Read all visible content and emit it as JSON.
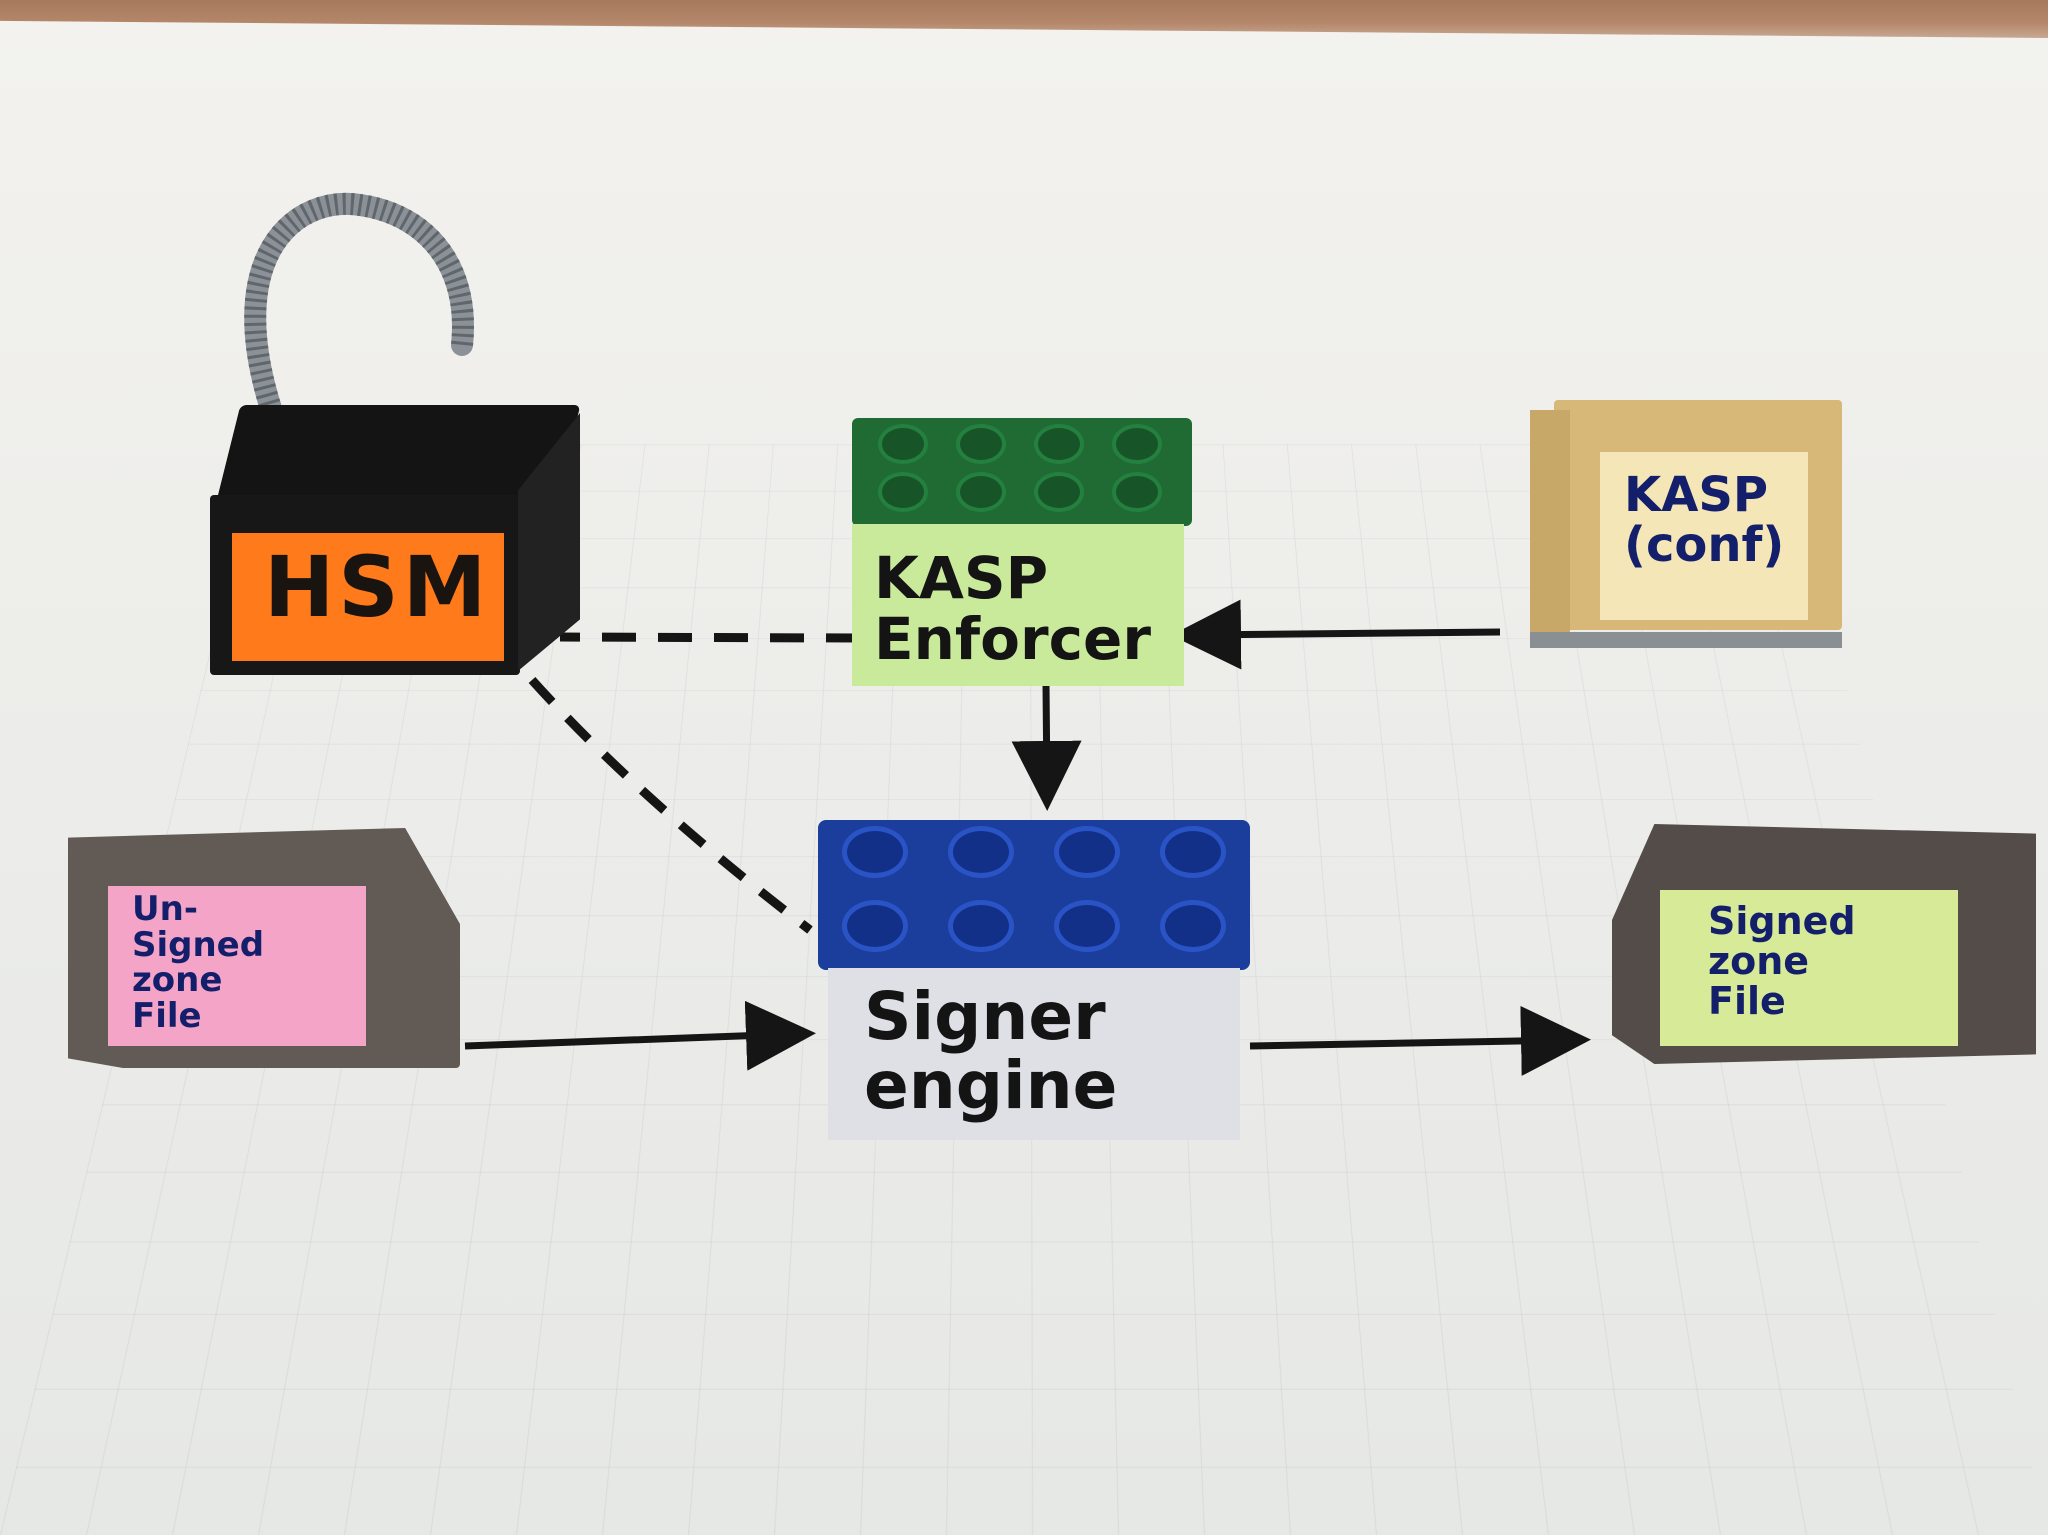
{
  "blocks": {
    "hsm": {
      "label": "HSM",
      "color": "#1a1a1a",
      "label_bg": "#ff7a1a",
      "label_color": "#1a1410"
    },
    "kasp_enforcer": {
      "label": "KASP\nEnforcer",
      "color": "#1f6b33",
      "label_bg": "#c9e99b",
      "label_color": "#141414"
    },
    "kasp_conf": {
      "label": "KASP\n(conf)",
      "color": "#d8b878",
      "label_bg": "#f4e6b6",
      "label_color": "#141f6b"
    },
    "signer_engine": {
      "label": "Signer\nengine",
      "color": "#1b3e9c",
      "label_bg": "#dfe0e6",
      "label_color": "#141414"
    },
    "unsigned_zone_file": {
      "label": "Un-\nSigned\nzone\nFile",
      "color": "#615a55",
      "label_bg": "#f4a4c6",
      "label_color": "#141f6b"
    },
    "signed_zone_file": {
      "label": "Signed\nzone\nFile",
      "color": "#534c48",
      "label_bg": "#d6ea98",
      "label_color": "#141f6b"
    }
  },
  "connectors": [
    {
      "from": "kasp_conf",
      "to": "kasp_enforcer",
      "style": "solid"
    },
    {
      "from": "kasp_enforcer",
      "to": "hsm",
      "style": "dashed"
    },
    {
      "from": "hsm",
      "to": "signer_engine",
      "style": "dashed"
    },
    {
      "from": "kasp_enforcer",
      "to": "signer_engine",
      "style": "solid"
    },
    {
      "from": "unsigned_zone_file",
      "to": "signer_engine",
      "style": "solid"
    },
    {
      "from": "signer_engine",
      "to": "signed_zone_file",
      "style": "solid"
    }
  ]
}
